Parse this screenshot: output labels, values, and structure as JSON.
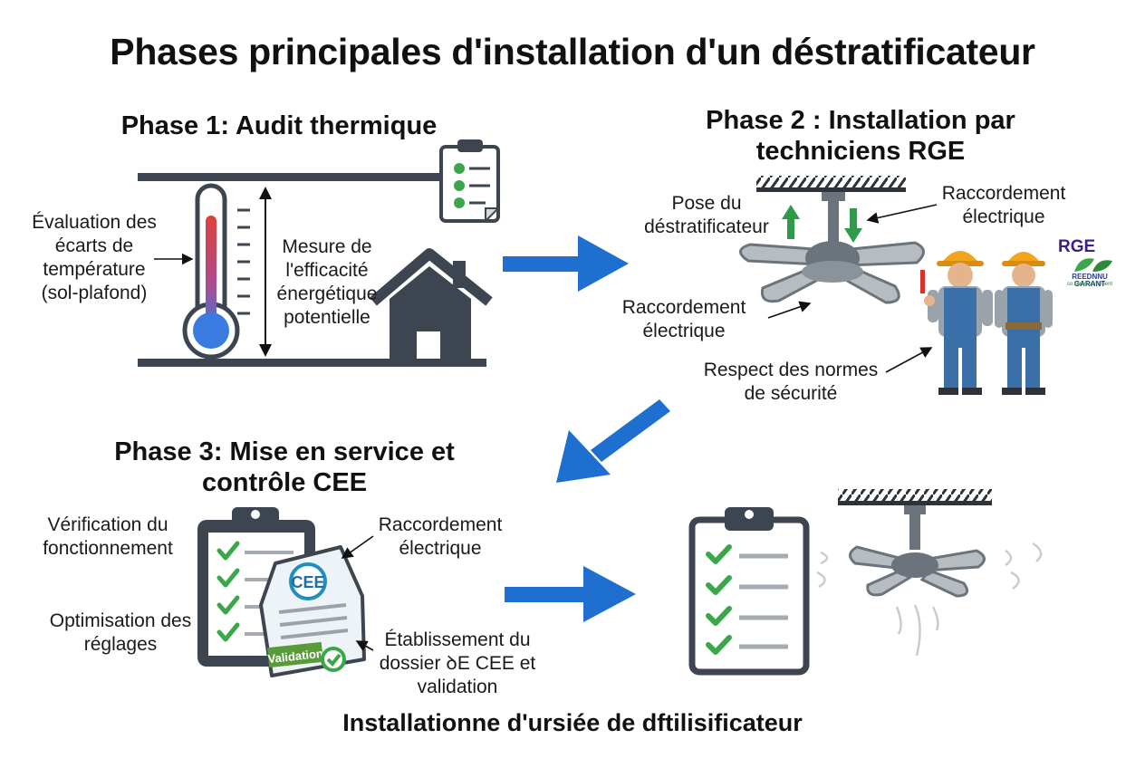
{
  "title": "Phases principales d'installation d'un déstratificateur",
  "phase1": {
    "heading": "Phase 1: Audit thermique",
    "label_ecarts": "Évaluation des écarts de température (sol-plafond)",
    "label_mesure": "Mesure de l'efficacité énergétique potentielle"
  },
  "phase2": {
    "heading_line1": "Phase 2 : Installation par",
    "heading_line2": "techniciens RGE",
    "label_pose_l1": "Pose du",
    "label_pose_l2": "déstratificateur",
    "label_raccordement_top_l1": "Raccordement",
    "label_raccordement_top_l2": "électrique",
    "label_raccordement_mid_l1": "Raccordement",
    "label_raccordement_mid_l2": "électrique",
    "label_normes_l1": "Respect des normes",
    "label_normes_l2": "de sécurité",
    "rge_logo_title": "RGE",
    "rge_logo_sub1": "REEDNNU GARANT",
    "rge_logo_sub2": "so l'environnement"
  },
  "phase3": {
    "heading_line1": "Phase 3: Mise en service et",
    "heading_line2": "contrôle CEE",
    "label_verification_l1": "Vérification du",
    "label_verification_l2": "fonctionnement",
    "label_optimisation_l1": "Optimisation des",
    "label_optimisation_l2": "réglages",
    "label_raccordement_l1": "Raccordement",
    "label_raccordement_l2": "électrique",
    "label_dossier_l1": "Établissement du",
    "label_dossier_l2": "dossier ꝺE CEE et",
    "label_dossier_l3": "validation",
    "cee_badge": "CEE",
    "validation_stamp": "Validation"
  },
  "footer": "Installationne d'ursiée de dftilisificateur",
  "colors": {
    "arrow_blue": "#1f6fd0",
    "up_green": "#2e9a4a",
    "check_green": "#3aa84a",
    "icon_dark": "#3d4650",
    "thermo_red": "#e0403a",
    "thermo_blue": "#3a7be0"
  }
}
